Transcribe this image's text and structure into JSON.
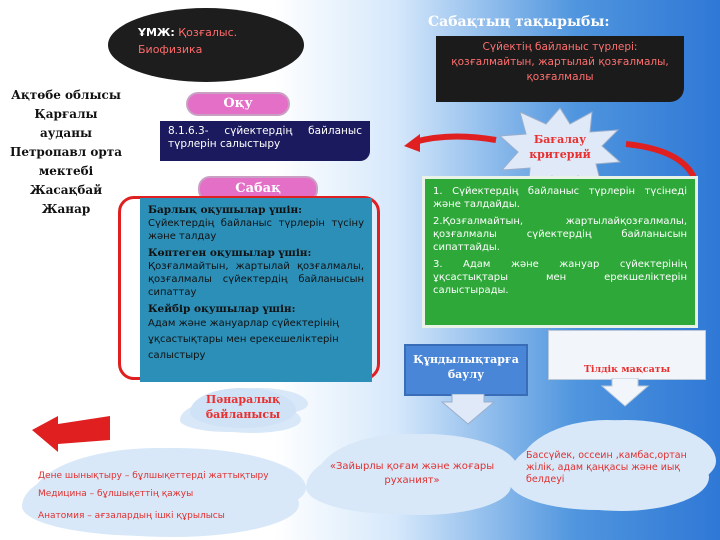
{
  "umzh": {
    "label": "ҰМЖ:",
    "value": "Қозғалыс. Биофизика"
  },
  "topic": {
    "title": "Сабақтың тақырыбы:",
    "text": "Сүйектің байланыс түрлері: қозғалмайтын, жартылай қозғалмалы, қозғалмалы"
  },
  "school": {
    "lines": [
      "Ақтөбе облысы",
      "Қарғалы",
      "ауданы",
      "Петропавл орта",
      "мектебі",
      "Жасақбай",
      "Жанар"
    ]
  },
  "learning_goal": {
    "label": "Оқу мақсаты",
    "text": "8.1.6.3- сүйектердің байланыс түрлерін салыстыру"
  },
  "lesson_goal": {
    "label": "Сабақ мақсаты",
    "groups": [
      {
        "heading": "Барлық оқушылар үшін:",
        "text": "Сүйектердің байланыс түрлерін түсіну және талдау"
      },
      {
        "heading": "Көптеген оқушылар үшін:",
        "text": "Қозғалмайтын, жартылай қозғалмалы, қозғалмалы сүйектердің байланысын сипаттау"
      },
      {
        "heading": "Кейбір оқушылар үшін:",
        "text": "Адам және жануарлар сүйектерінің ұқсастықтары мен ерекешеліктерін салыстыру"
      }
    ]
  },
  "criteria": {
    "label": "Бағалау критерий",
    "items": [
      "1. Сүйектердің байланыс түрлерін түсінеді және талдайды.",
      "2.Қозғалмайтын, жартылайқозғалмалы, қозғалмалы сүйектердің байланысын сипаттайды.",
      "3. Адам және жануар сүйектерінің ұқсастықтары мен ерекшеліктерін салыстырады."
    ]
  },
  "values": {
    "label": "Құндылықтарға баулу",
    "text": "«Зайырлы қоғам және жоғары руханият»"
  },
  "language": {
    "label": "Тілдік мақсаты",
    "text": "Бассүйек, оссеин ,камбас,ортан жілік, адам қаңқасы  және иық белдеуі"
  },
  "interdisciplinary": {
    "label": "Пәнаралық байланысы",
    "items": [
      "Дене шынықтыру – бұлшықеттерді жаттықтыру",
      "Медицина – бұлшықеттің қажуы",
      "Анатомия – ағзалардың ішкі құрылысы"
    ]
  },
  "colors": {
    "dark": "#1d1d1d",
    "navy": "#1b1a5e",
    "green": "#2fa83a",
    "teal": "#2b8fb8",
    "pink": "#e46fc7",
    "red": "#e02020"
  }
}
